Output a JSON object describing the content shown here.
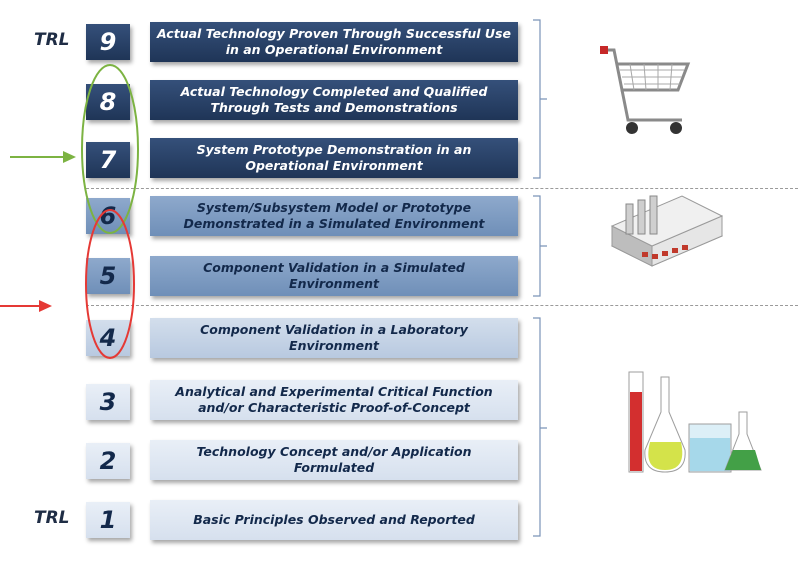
{
  "trl_prefix": "TRL",
  "levels": [
    {
      "number": "9",
      "text": "Actual Technology Proven Through Successful Use in an Operational Environment"
    },
    {
      "number": "8",
      "text": "Actual Technology Completed and Qualified Through Tests and Demonstrations"
    },
    {
      "number": "7",
      "text": "System Prototype Demonstration in an Operational Environment"
    },
    {
      "number": "6",
      "text": "System/Subsystem Model or Prototype Demonstrated in a Simulated Environment"
    },
    {
      "number": "5",
      "text": "Component Validation in a Simulated Environment"
    },
    {
      "number": "4",
      "text": "Component Validation in a Laboratory Environment"
    },
    {
      "number": "3",
      "text": "Analytical and Experimental Critical Function and/or Characteristic Proof-of-Concept"
    },
    {
      "number": "2",
      "text": "Technology Concept and/or Application Formulated"
    },
    {
      "number": "1",
      "text": "Basic Principles Observed and Reported"
    }
  ],
  "group_icons": [
    "shopping-cart-icon",
    "factory-icon",
    "laboratory-glassware-icon"
  ],
  "colors": {
    "dark_tier": "#1f3557",
    "mid_tier": "#6f8fb8",
    "light_tier": "#b8c9e0",
    "pale_tier": "#d6e0ee",
    "green_ellipse": "#7cb342",
    "red_ellipse": "#e53935"
  }
}
